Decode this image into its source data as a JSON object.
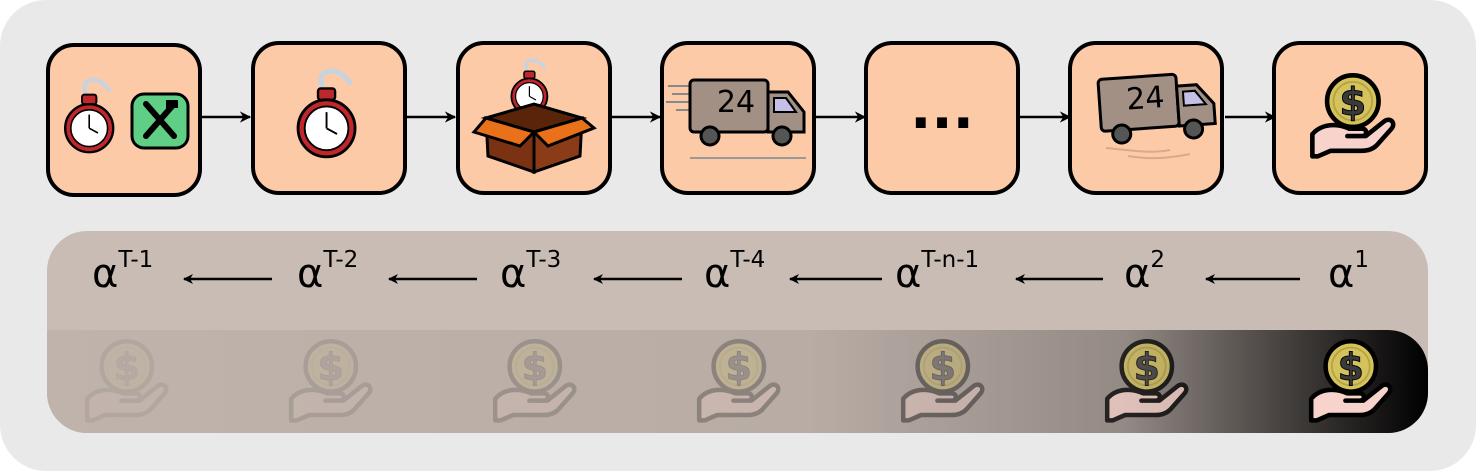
{
  "pipeline": {
    "steps": [
      {
        "name": "timer-and-tools",
        "icon": "stopwatch-and-tools-icon"
      },
      {
        "name": "timer",
        "icon": "stopwatch-icon"
      },
      {
        "name": "box",
        "icon": "open-box-with-stopwatch-icon"
      },
      {
        "name": "truck",
        "icon": "delivery-truck-24-icon",
        "text": "24"
      },
      {
        "name": "ellipsis",
        "icon": "ellipsis-icon",
        "text": "..."
      },
      {
        "name": "truck-moving",
        "icon": "moving-delivery-truck-24-icon",
        "text": "24"
      },
      {
        "name": "payment",
        "icon": "hand-with-dollar-coin-icon"
      }
    ]
  },
  "discount": {
    "labels": [
      {
        "base": "α",
        "sup": "T-1"
      },
      {
        "base": "α",
        "sup": "T-2"
      },
      {
        "base": "α",
        "sup": "T-3"
      },
      {
        "base": "α",
        "sup": "T-4"
      },
      {
        "base": "α",
        "sup": "T-n-1"
      },
      {
        "base": "α",
        "sup": "2"
      },
      {
        "base": "α",
        "sup": "1"
      }
    ],
    "reward_icon": "hand-with-dollar-coin-icon",
    "reward_opacity": [
      0.06,
      0.1,
      0.16,
      0.24,
      0.38,
      0.75,
      1.0
    ]
  },
  "colors": {
    "outer_bg": "#e9e9e9",
    "step_fill": "#fdcaa8",
    "band_fill": "#c8bcb4",
    "coin": "#d4c25c",
    "hand": "#f8d3cc",
    "clock_red": "#c0272d",
    "box_orange": "#e8711a",
    "box_brown": "#7a3212",
    "truck_grey": "#a39085",
    "tools_green": "#5fcf85"
  }
}
